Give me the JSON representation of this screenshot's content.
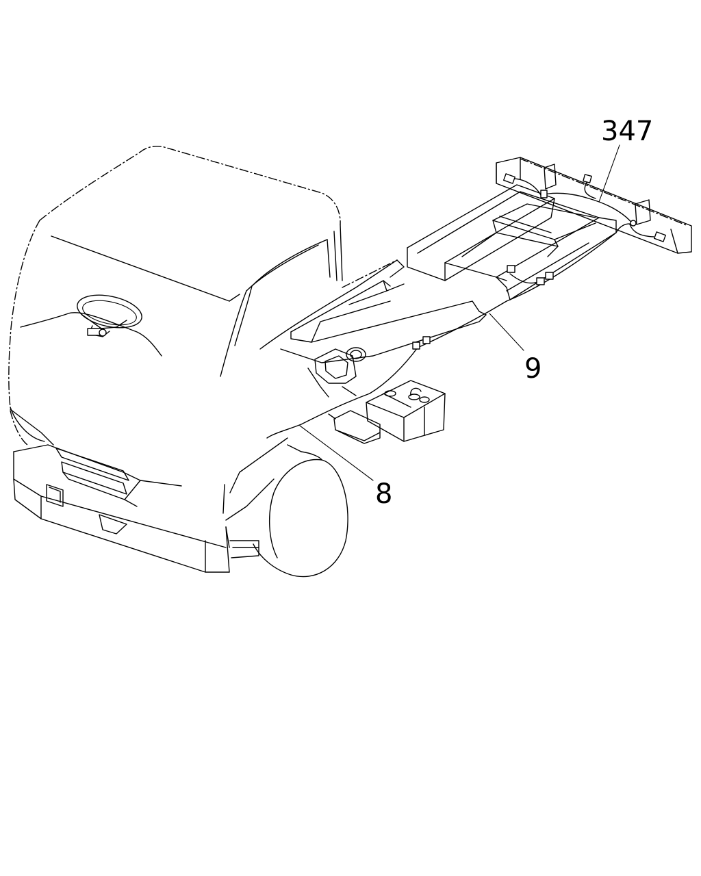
{
  "callouts": [
    {
      "id": "harness-rear",
      "label": "347"
    },
    {
      "id": "harness-frame",
      "label": "9"
    },
    {
      "id": "harness-front",
      "label": "8"
    }
  ]
}
